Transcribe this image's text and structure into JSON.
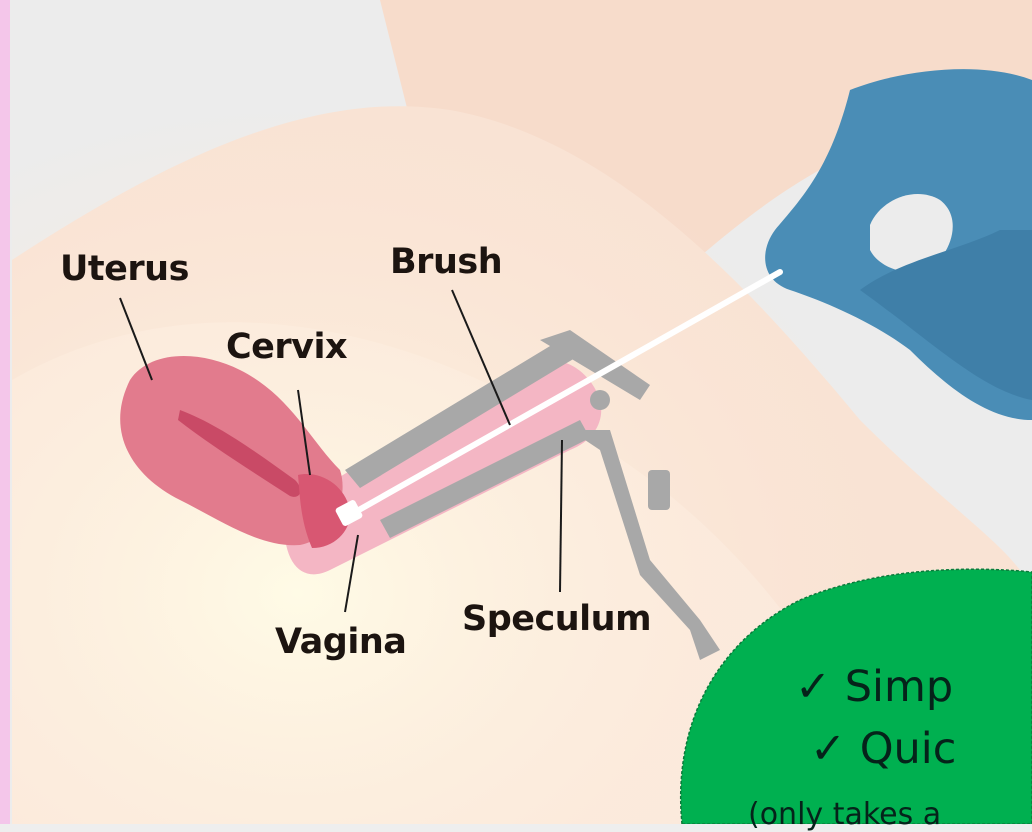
{
  "labels": {
    "uterus": "Uterus",
    "cervix": "Cervix",
    "brush": "Brush",
    "vagina": "Vagina",
    "speculum": "Speculum"
  },
  "badge": {
    "line1": "✓  Simp",
    "line2": "✓  Quic",
    "line3": "(only takes a"
  },
  "colors": {
    "skin_light": "#fbe7d9",
    "skin_mid": "#f6d9c6",
    "glove": "#4b8fb8",
    "uterus": "#e27a8c",
    "speculum": "#a9a9a9",
    "badge": "#00b050",
    "left_stripe": "#f4c6ea"
  }
}
